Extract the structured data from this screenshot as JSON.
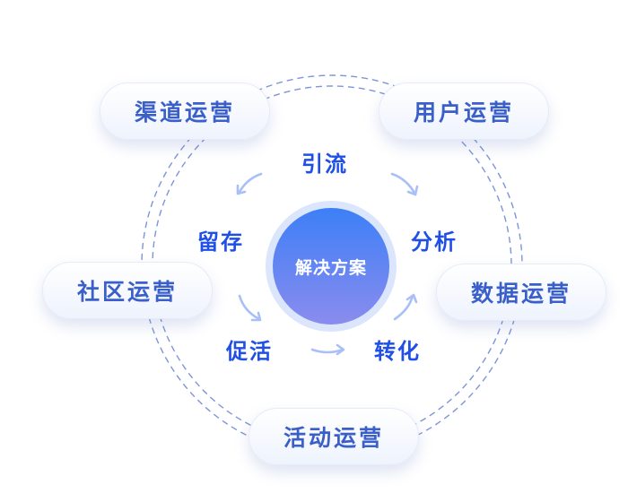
{
  "colors": {
    "pill_text": "#3a5fc8",
    "step_text": "#1f4fe6",
    "hub_top": "#3d7ff7",
    "hub_bottom": "#8a8cee",
    "ring_dash": "#7d95d8",
    "arrow": "#a9bff7"
  },
  "center": {
    "label": "解决方案"
  },
  "operations": [
    {
      "id": "channel",
      "label": "渠道运营"
    },
    {
      "id": "user",
      "label": "用户运营"
    },
    {
      "id": "community",
      "label": "社区运营"
    },
    {
      "id": "data",
      "label": "数据运营"
    },
    {
      "id": "activity",
      "label": "活动运营"
    }
  ],
  "cycle_steps": [
    {
      "label": "引流"
    },
    {
      "label": "分析"
    },
    {
      "label": "转化"
    },
    {
      "label": "促活"
    },
    {
      "label": "留存"
    }
  ],
  "icons": {
    "cycle_arrow": "curved-arrow-icon"
  }
}
